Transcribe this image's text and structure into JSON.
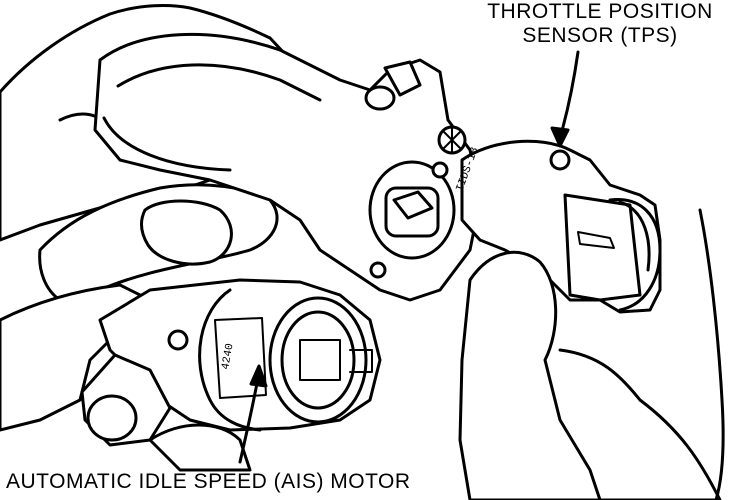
{
  "labels": {
    "tps_line1": "THROTTLE POSITION",
    "tps_line2": "SENSOR (TPS)",
    "ais": "AUTOMATIC IDLE SPEED (AIS) MOTOR"
  },
  "parts": {
    "tps_stamp": "IIDS-18",
    "ais_stamp": "4240"
  },
  "colors": {
    "ink": "#000000",
    "paper": "#ffffff"
  }
}
